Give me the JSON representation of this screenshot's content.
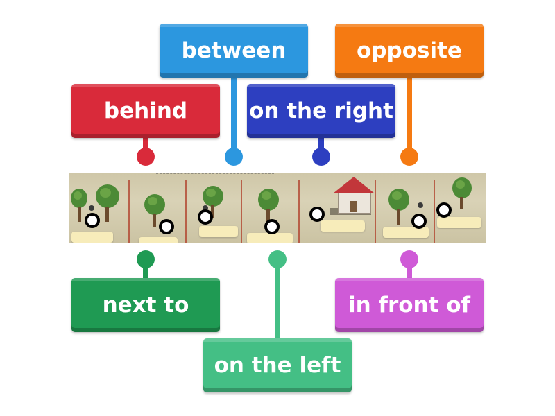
{
  "labels": {
    "between": "between",
    "opposite": "opposite",
    "behind": "behind",
    "on_the_right": "on the right",
    "next_to": "next to",
    "on_the_left": "on the left",
    "in_front_of": "in front of"
  },
  "colors": {
    "red": "#d92a3a",
    "blue": "#2c97df",
    "navy": "#2d3fc0",
    "orange": "#f57a12",
    "dark_green": "#1f9a53",
    "mint": "#44bf85",
    "violet": "#cf5ad7"
  }
}
